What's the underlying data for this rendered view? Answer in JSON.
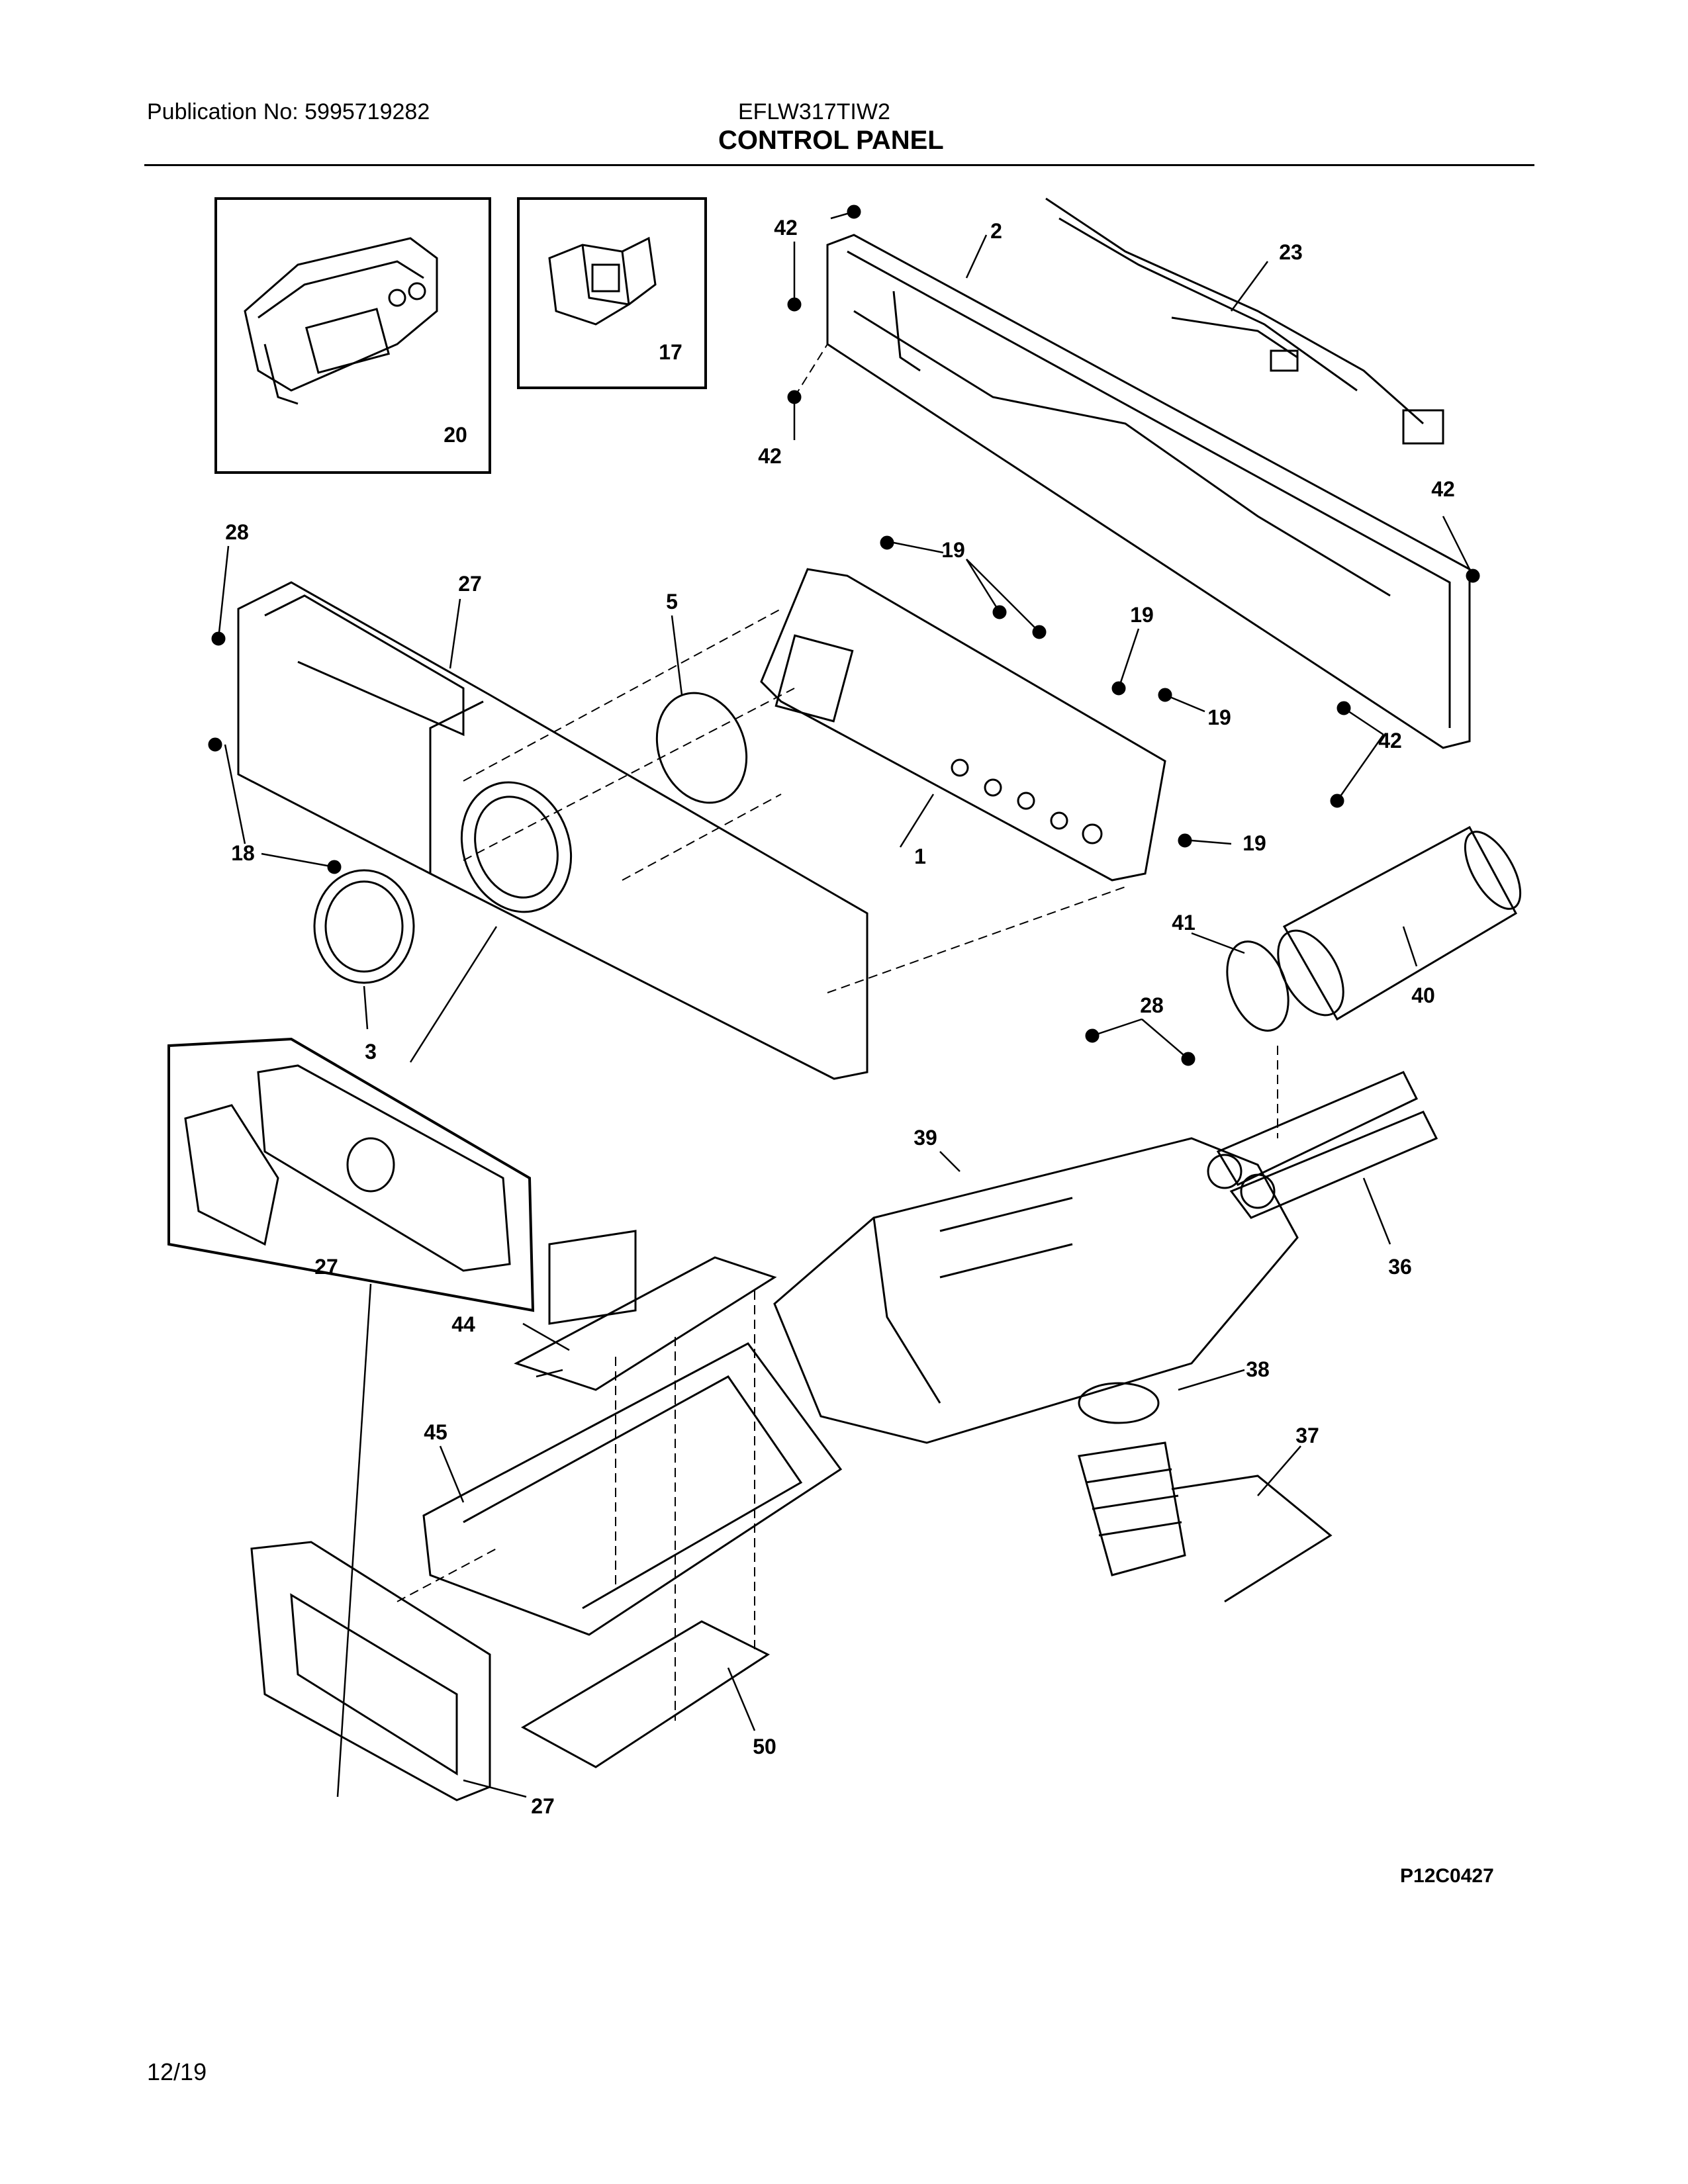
{
  "header": {
    "publication": "Publication No: 5995719282",
    "model": "EFLW317TIW2",
    "title": "CONTROL PANEL"
  },
  "callouts": {
    "c1": "1",
    "c2": "2",
    "c3": "3",
    "c5": "5",
    "c17": "17",
    "c18": "18",
    "c19a": "19",
    "c19b": "19",
    "c19c": "19",
    "c19d": "19",
    "c20": "20",
    "c23": "23",
    "c27a": "27",
    "c27b": "27",
    "c27c": "27",
    "c28a": "28",
    "c28b": "28",
    "c36": "36",
    "c37": "37",
    "c38": "38",
    "c39": "39",
    "c40": "40",
    "c41": "41",
    "c42a": "42",
    "c42b": "42",
    "c42c": "42",
    "c42d": "42",
    "c44": "44",
    "c45": "45",
    "c50": "50"
  },
  "footer": {
    "figure_code": "P12C0427",
    "page": "12/19"
  }
}
